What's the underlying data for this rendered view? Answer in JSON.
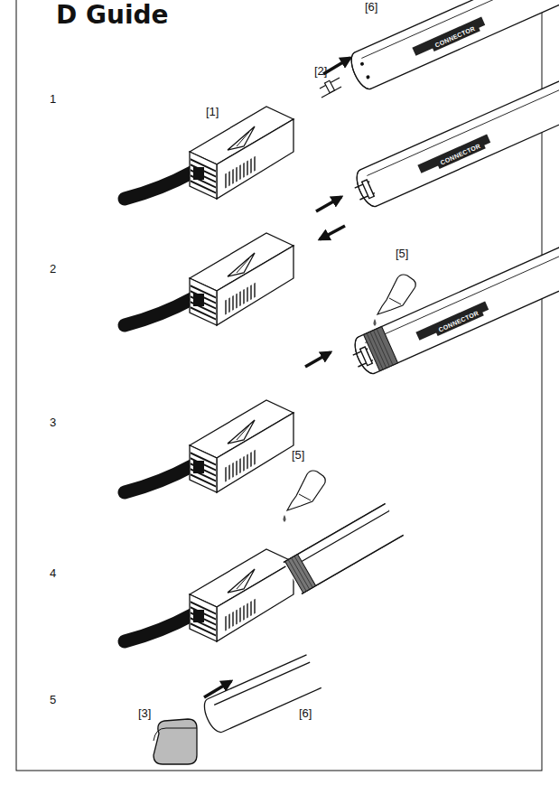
{
  "diagram": {
    "title": "D Guide",
    "labels": [
      "[6]",
      "[2]",
      "1",
      "[1]",
      "CONNECTOR",
      "2",
      "CONNECTOR",
      "[5]",
      "CONNECTOR",
      "3",
      "[5]",
      "4",
      "5",
      "[3]",
      "[6]"
    ]
  }
}
